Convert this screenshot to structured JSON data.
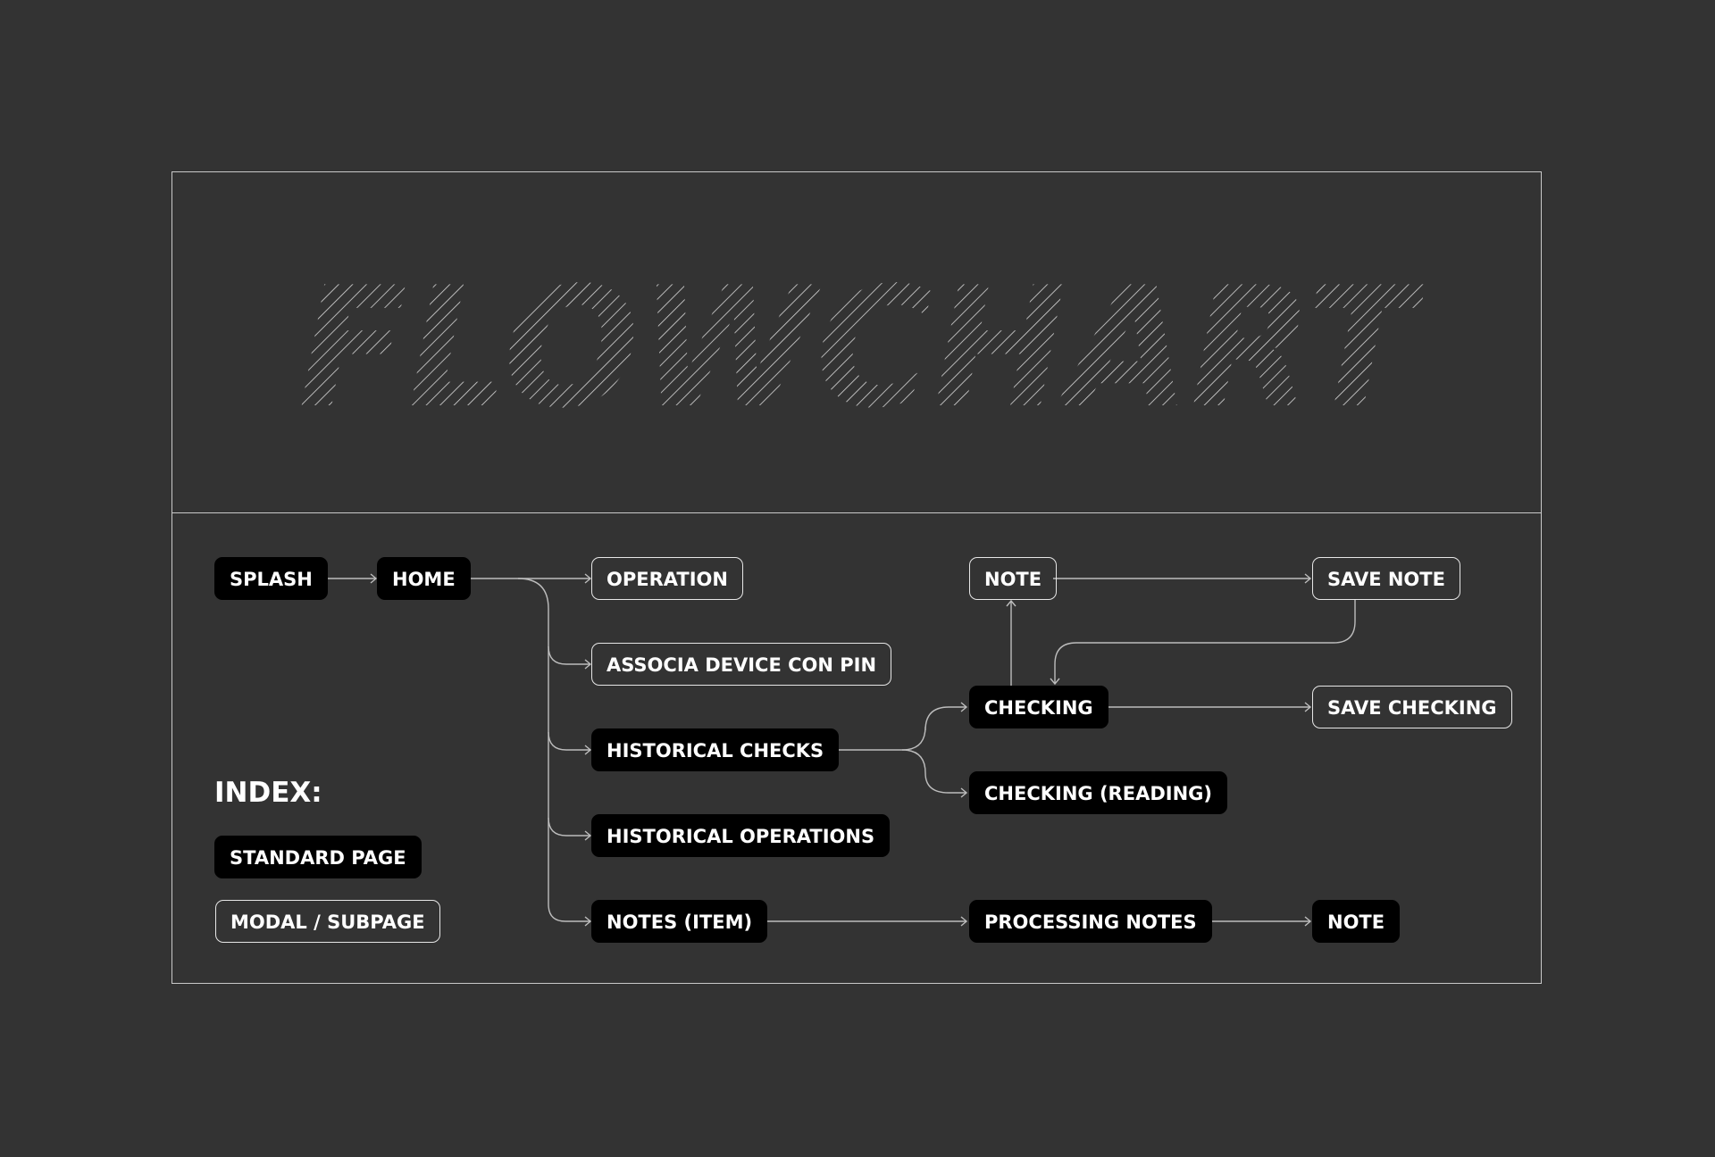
{
  "title": "FLOWCHART",
  "colors": {
    "background": "#333333",
    "frame": "#c9c9c9",
    "connector": "#bdbdbd",
    "standard_fill": "#000000",
    "modal_border": "#e6e6e6",
    "text": "#ffffff"
  },
  "nodes": {
    "splash": "SPLASH",
    "home": "HOME",
    "operation": "OPERATION",
    "associa": "ASSOCIA DEVICE CON PIN",
    "historical_checks": "HISTORICAL CHECKS",
    "historical_operations": "HISTORICAL OPERATIONS",
    "notes_item": "NOTES (ITEM)",
    "note_top": "NOTE",
    "save_note": "SAVE NOTE",
    "checking": "CHECKING",
    "save_checking": "SAVE CHECKING",
    "checking_reading": "CHECKING (READING)",
    "processing_notes": "PROCESSING NOTES",
    "note_bottom": "NOTE"
  },
  "index": {
    "title": "INDEX:",
    "standard_label": "STANDARD PAGE",
    "modal_label": "MODAL / SUBPAGE"
  }
}
